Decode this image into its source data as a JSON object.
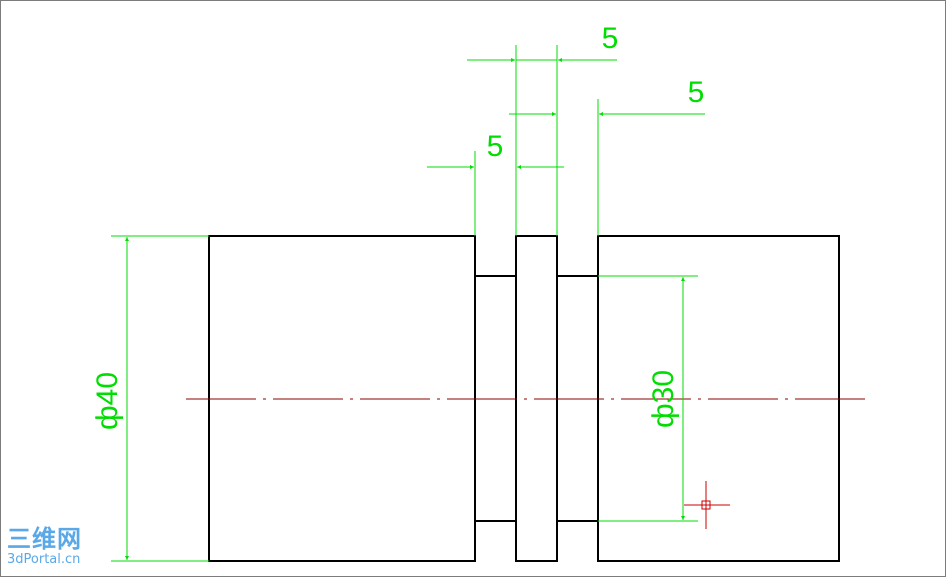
{
  "drawing": {
    "line_color": "#000000",
    "dimension_color": "#00dd00",
    "centerline_color": "#8b0000",
    "crosshair_color": "#cc0000"
  },
  "dimensions": {
    "dia_large": "ф40",
    "dia_small": "ф30",
    "width_groove_left": "5",
    "width_collar": "5",
    "width_groove_right": "5"
  },
  "watermark": {
    "name": "三维网",
    "url": "3dPortal.cn"
  }
}
